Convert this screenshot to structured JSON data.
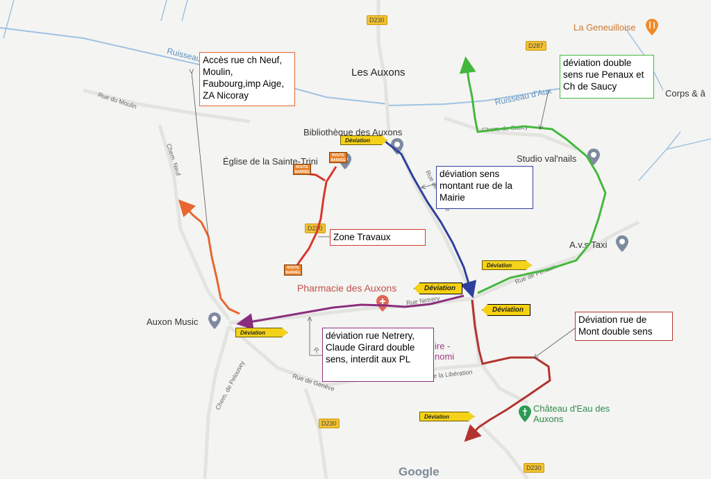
{
  "places": {
    "auxons": "Les Auxons",
    "bibliotheque": "Bibliothèque des Auxons",
    "eglise": "Église de la Sainte-Trini",
    "studio": "Studio val'nails",
    "avs_taxi": "A.v.s Taxi",
    "auxon_music": "Auxon Music",
    "pharmacie": "Pharmacie des Auxons",
    "geneuilloise": "La Geneuilloise",
    "chateau": "Château d'Eau des Auxons",
    "mairie": "ire - nomi",
    "corps": "Corps & â"
  },
  "streets": {
    "ruisseau_left": "Ruisseau",
    "ruisseau_right": "Ruisseau d'Aux",
    "rue_moulin": "Rue du Moulin",
    "chem_neuf": "Chem. Neuf",
    "chem_saucy": "Chem. de Saucy",
    "rue_mairie": "Rue de la Mairie",
    "rue_penaux": "Rue de Penaux",
    "rue_netrery": "Rue Netrery",
    "rue_geneve": "Rue de Genève",
    "chem_pelousey": "Chem. de Pelousey",
    "rue_liberation": "Rue de la Libération",
    "rue_claude": "R."
  },
  "roads": {
    "d230_top": "D230",
    "d287": "D287",
    "d230_mid": "D230",
    "d230_bottom": "D230",
    "d230_br": "D230"
  },
  "callouts": {
    "acces": "Accès rue ch Neuf, Moulin, Faubourg,imp Aige, ZA Nicoray",
    "double_penaux": "déviation double sens rue Penaux et Ch de Saucy",
    "sens_montant": "déviation sens montant rue de la Mairie",
    "zone_travaux": "Zone Travaux",
    "netrery": "déviation rue Netrery, Claude Girard double sens, interdit aux PL",
    "mont": "Déviation rue de Mont double sens"
  },
  "signs": {
    "deviation": "Déviation",
    "route_barree": "ROUTE BARRÉE"
  },
  "icons": {
    "poi_pin": "map-pin-icon",
    "restaurant": "restaurant-pin-icon",
    "pharmacy": "pharmacy-pin-icon",
    "water_tower": "water-tower-pin-icon"
  },
  "colors": {
    "orange_route": "#e8662f",
    "red_route": "#d8362b",
    "blue_route": "#2f3f9e",
    "green_route": "#44b83c",
    "purple_route": "#8b2d7e",
    "darkred_route": "#b3332e",
    "water": "#8ab4d8"
  },
  "brand": "Google"
}
